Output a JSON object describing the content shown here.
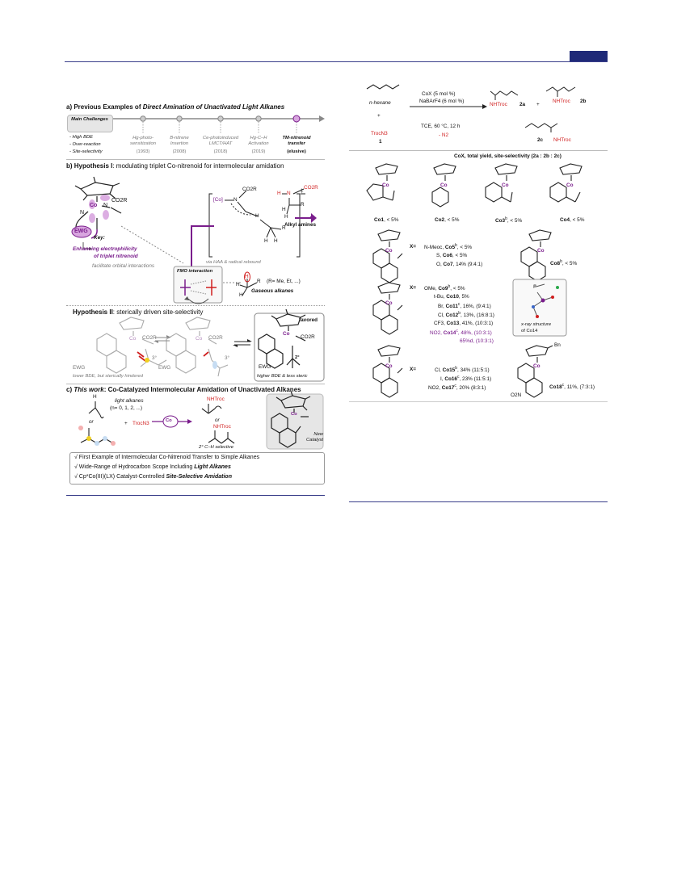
{
  "header": {
    "accent": "#1f2a78"
  },
  "left": {
    "a": {
      "title_prefix": "a) Previous Examples of ",
      "title_italic": "Direct Amination of Unactivated Light Alkanes",
      "challenges_title": "Main Challenges",
      "challenges": [
        "- High BDE",
        "- Over-reaction",
        "- Site-selectivity"
      ],
      "timeline": [
        {
          "label": "Hg-photo-\nsensitization",
          "year": "(1993)"
        },
        {
          "label": "B-nitrene\nInsertion",
          "year": "(2008)"
        },
        {
          "label": "Ce-photoinduced\nLMCT/HAT",
          "year": "(2018)"
        },
        {
          "label": "Hg-C–H\nActivation",
          "year": "(2019)"
        },
        {
          "label": "TM-nitrenoid\ntransfer",
          "year": "(elusive)"
        }
      ]
    },
    "b": {
      "title_prefix": "b) Hypothesis I",
      "title_rest": ": modulating triplet Co-nitrenoid for intermolecular amidation",
      "co": "Co",
      "n": "N",
      "co2r": "CO2R",
      "ewg": "EWG",
      "key": "Key:",
      "enhancing": "Enhancing electrophilicity",
      "of_triplet": "of triplet nitrenoid",
      "facilitate": "facilitate orbital interactions",
      "fmo": "FMO interaction",
      "bracket_co": "[Co]",
      "dagger": "‡",
      "via": "via HAA & radical rebound",
      "alkyl_amines": "Alkyl amines",
      "r_def": "(R= Me, Et, ...)",
      "gaseous": "Gaseous alkanes",
      "h": "H",
      "r": "R"
    },
    "b2": {
      "title_prefix": "Hypothesis II",
      "title_rest": ": sterically driven site-selectivity",
      "favored": "favored",
      "lower": "lower BDE, but sterically hindered",
      "higher": "higher BDE & less steric",
      "ewg": "EWG",
      "co": "Co",
      "co2r": "CO2R",
      "three": "3°",
      "two": "2°"
    },
    "c": {
      "title_prefix": "c) ",
      "title_italic": "This work",
      "title_rest": ": Co-Catalyzed Intermolecular Amidation of Unactivated Alkanes",
      "light": "light alkanes",
      "n_def": "(n= 0, 1, 2, ...)",
      "or": "or",
      "plus": "+",
      "trocn3": "TrocN3",
      "co": "Co",
      "nhtroc": "NHTroc",
      "sel": "2° C–H selective",
      "new_catalyst": "New Catalyst",
      "bullets": [
        {
          "pre": "√  First Example of Intermolecular Co-Nitrenoid Transfer to Simple Alkanes",
          "it": ""
        },
        {
          "pre": "√  Wide-Range of Hydrocarbon Scope Including ",
          "it": "Light Alkanes"
        },
        {
          "pre": "√  Cp*Co(III)(LX) Catalyst-Controlled ",
          "it": "Site-Selective Amidation"
        }
      ]
    }
  },
  "right": {
    "scheme": {
      "hexane": "n-hexane",
      "plus": "+",
      "trocn3": "TrocN3",
      "one": "1",
      "cat": "CoX (5 mol %)",
      "add": "NaBArF4 (6 mol %)",
      "cond": "TCE, 60 °C, 12 h",
      "minus": "- N2",
      "p2a": "NHTroc",
      "l2a": "2a",
      "p2b": "NHTroc",
      "l2b": "2b",
      "plus2": "+",
      "p2c": "NHTroc",
      "l2c": "2c"
    },
    "table_header": "CoX, total yield, site-selectivity (2a : 2b : 2c)",
    "row1": [
      {
        "label": "Co1",
        "val": ", < 5%"
      },
      {
        "label": "Co2",
        "val": ", < 5%"
      },
      {
        "label": "Co3",
        "sup": "b",
        "val": ", < 5%"
      },
      {
        "label": "Co4",
        "val": ", < 5%"
      }
    ],
    "row2": {
      "x": "X=",
      "lines": [
        {
          "pre": "N-Meoc, ",
          "cat": "Co5",
          "sup": "b",
          "val": ", < 5%"
        },
        {
          "pre": "S, ",
          "cat": "Co6",
          "sup": "",
          "val": ", < 5%"
        },
        {
          "pre": "O, ",
          "cat": "Co7",
          "sup": "",
          "val": ", 14% (9:4:1)"
        }
      ],
      "co8": "Co8",
      "co8sup": "b",
      "co8val": ", < 5%"
    },
    "row3": {
      "x": "X=",
      "lines": [
        {
          "pre": "OMe, ",
          "cat": "Co9",
          "sup": "b",
          "val": ", < 5%",
          "hi": false
        },
        {
          "pre": "t-Bu, ",
          "cat": "Co10",
          "sup": "",
          "val": ", 5%",
          "hi": false
        },
        {
          "pre": "Br, ",
          "cat": "Co11",
          "sup": "c",
          "val": ", 16%, (9:4:1)",
          "hi": false
        },
        {
          "pre": "Cl, ",
          "cat": "Co12",
          "sup": "b",
          "val": ", 13%, (16:8:1)",
          "hi": false
        },
        {
          "pre": "CF3, ",
          "cat": "Co13",
          "sup": "",
          "val": ", 41%, (10:3:1)",
          "hi": false
        },
        {
          "pre": "NO2, ",
          "cat": "Co14",
          "sup": "c",
          "val": ", 48%, (10:3:1)",
          "hi": true
        },
        {
          "pre": "",
          "cat": "",
          "sup": "",
          "val": "65%d, (10:3:1)",
          "hi": true
        }
      ],
      "xray1": "x-ray structure",
      "xray2": "of Co14"
    },
    "row4": {
      "x": "X=",
      "lines": [
        {
          "pre": "Cl, ",
          "cat": "Co15",
          "sup": "b",
          "val": ", 34% (11:5:1)"
        },
        {
          "pre": "I, ",
          "cat": "Co16",
          "sup": "c",
          "val": ", 23% (11:5:1)"
        },
        {
          "pre": "NO2, ",
          "cat": "Co17",
          "sup": "c",
          "val": ", 20% (8:3:1)"
        }
      ],
      "bn": "Bn",
      "co18": "Co18",
      "co18sup": "c",
      "co18val": ", 11%, (7:3:1)",
      "o2n": "O2N"
    }
  }
}
